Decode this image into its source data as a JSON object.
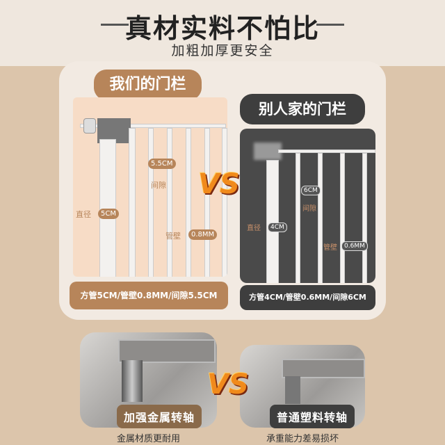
{
  "header": {
    "title": "真材实料不怕比",
    "subtitle": "加粗加厚更安全"
  },
  "ours": {
    "label": "我们的门栏",
    "gap_value": "5.5CM",
    "gap_label": "间隙",
    "diameter_label": "直径",
    "diameter_value": "5CM",
    "wall_label": "管壁",
    "wall_value": "0.8MM",
    "spec": "方管5CM/管壁0.8MM/间隙5.5CM"
  },
  "theirs": {
    "label": "别人家的门栏",
    "gap_value": "6CM",
    "gap_label": "间隙",
    "diameter_label": "直径",
    "diameter_value": "4CM",
    "wall_label": "管壁",
    "wall_value": "0.6MM",
    "spec": "方管4CM/管壁0.6MM/间隙6CM"
  },
  "vs_text": "VS",
  "bottom": {
    "ours_caption": "加强金属转轴",
    "ours_note": "金属材质更耐用",
    "theirs_caption": "普通塑料转轴",
    "theirs_note": "承重能力差易损坏"
  },
  "colors": {
    "brown": "#b7855a",
    "dark": "#3e3e3e",
    "orange": "#f08a1c"
  }
}
